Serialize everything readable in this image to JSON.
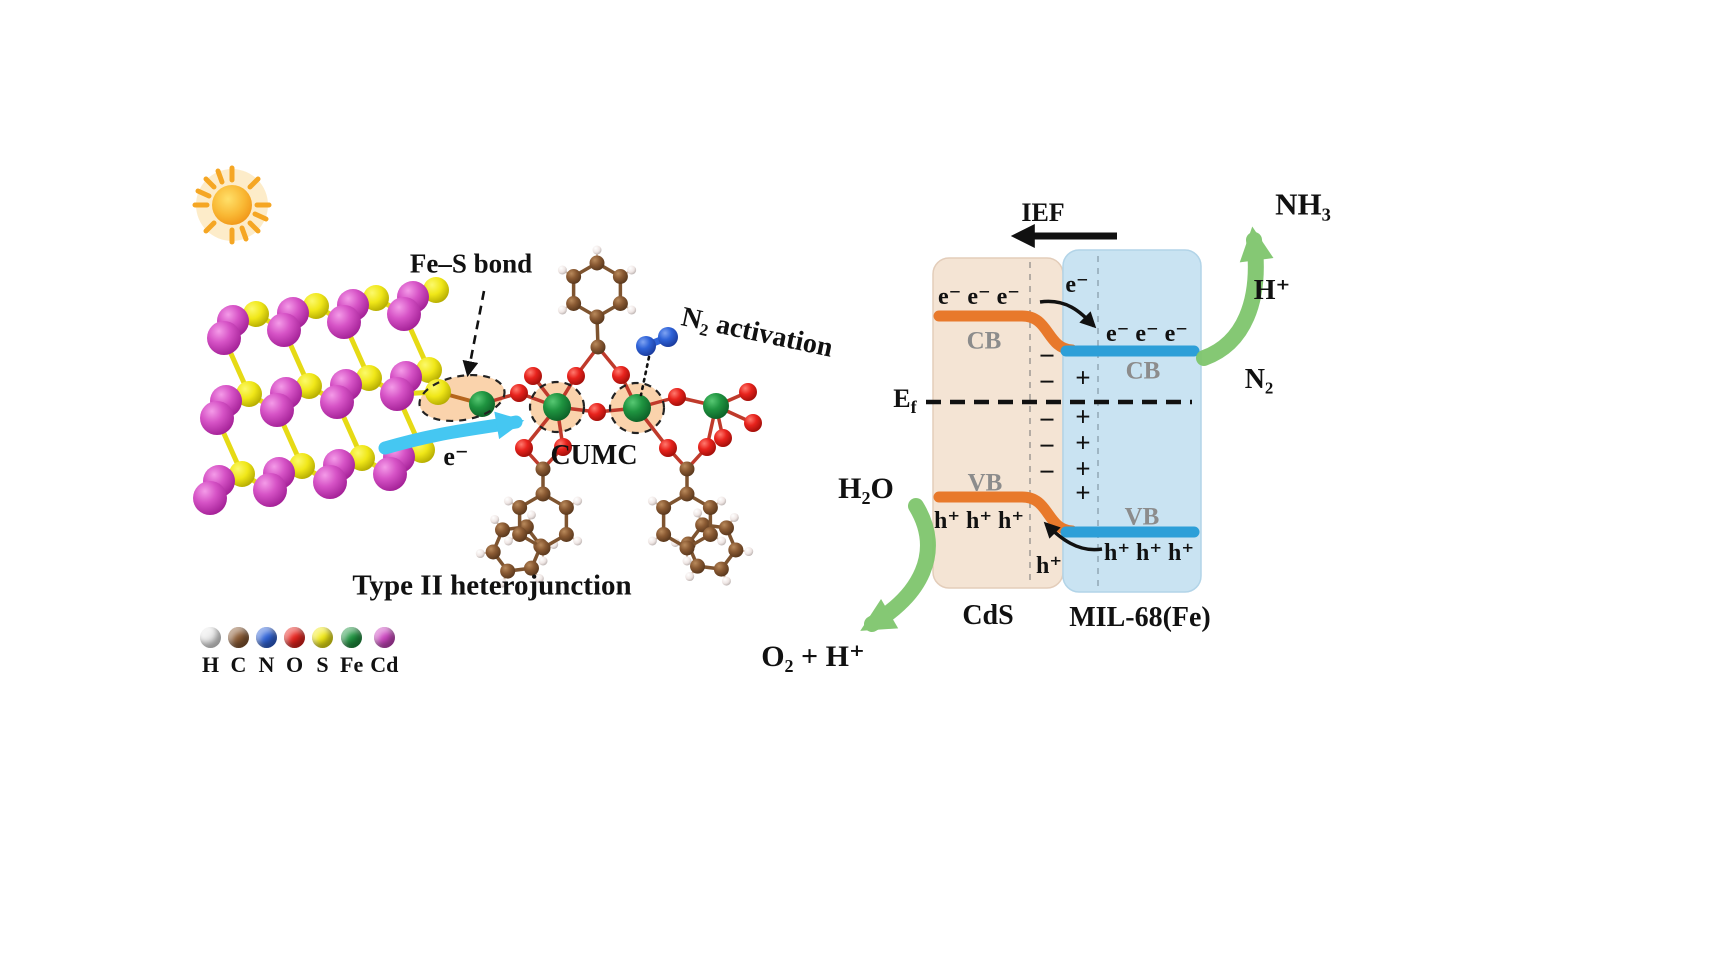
{
  "figure": {
    "left": {
      "fe_s_bond_label": "Fe–S bond",
      "n2_activation_label": "N₂ activation",
      "electron_label": "e⁻",
      "cumc_label": "CUMC",
      "heterojunction_label": "Type II heterojunction"
    },
    "legend": {
      "items": [
        {
          "symbol": "H",
          "color": "#e9e9e9"
        },
        {
          "symbol": "C",
          "color": "#8a5a33"
        },
        {
          "symbol": "N",
          "color": "#2f63d8"
        },
        {
          "symbol": "O",
          "color": "#e8231d"
        },
        {
          "symbol": "S",
          "color": "#f2ea16"
        },
        {
          "symbol": "Fe",
          "color": "#1f9440"
        },
        {
          "symbol": "Cd",
          "color": "#cc46c0"
        }
      ]
    },
    "band_diagram": {
      "ief_label": "IEF",
      "ef_base": "E",
      "ef_sub": "f",
      "minus_sign": "−",
      "plus_sign": "+",
      "cds": {
        "cb_electrons": "e⁻ e⁻ e⁻",
        "cb_label": "CB",
        "vb_label": "VB",
        "vb_holes": "h⁺ h⁺ h⁺",
        "name": "CdS"
      },
      "mil": {
        "electron": "e⁻",
        "cb_electrons": "e⁻ e⁻ e⁻",
        "cb_label": "CB",
        "vb_label": "VB",
        "vb_holes": "h⁺ h⁺ h⁺",
        "hole": "h⁺",
        "name": "MIL-68(Fe)"
      }
    },
    "reactions": {
      "nh3": "NH₃",
      "h_plus": "H⁺",
      "n2": "N₂",
      "h2o": "H₂O",
      "o2_h_plus": "O₂ + H⁺"
    },
    "colors": {
      "cds_box": "#f4e4d4",
      "mil_box": "#c9e3f2",
      "cds_band": "#e8792b",
      "mil_band": "#2d9fd8",
      "green_arrow": "#7fc66d",
      "cyan_arrow": "#45c7f2",
      "sun": "#f5a623"
    }
  }
}
